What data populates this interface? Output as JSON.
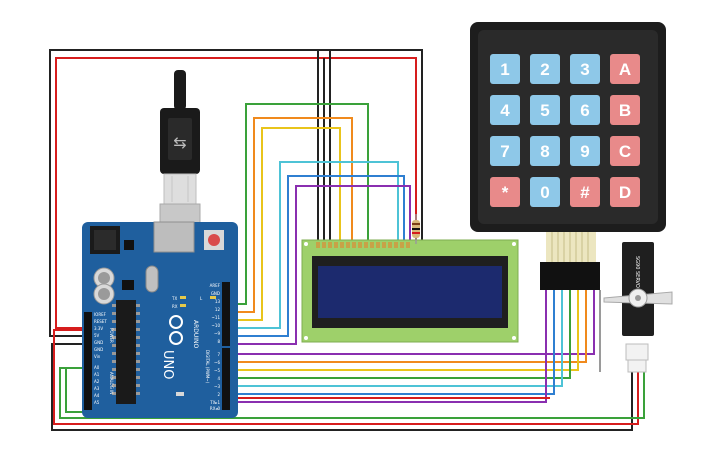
{
  "arduino": {
    "brand": "ARDUINO",
    "model": "UNO",
    "power_header": "POWER",
    "analog_header": "ANALOG IN",
    "digital_header": "DIGITAL (PWM~)",
    "tx_label": "TX",
    "rx_label": "RX",
    "l_label": "L",
    "pins_left": [
      "IOREF",
      "RESET",
      "3.3V",
      "5V",
      "GND",
      "GND",
      "Vin"
    ],
    "analog_pins": [
      "A0",
      "A1",
      "A2",
      "A3",
      "A4",
      "A5"
    ],
    "pins_top_right": [
      "AREF",
      "GND",
      "13",
      "12",
      "~11",
      "~10",
      "~9",
      "8"
    ],
    "pins_bottom_right": [
      "7",
      "~6",
      "~5",
      "4",
      "~3",
      "2",
      "TX▸1",
      "RX◂0"
    ]
  },
  "keypad": {
    "keys": [
      [
        "1",
        "2",
        "3",
        "A"
      ],
      [
        "4",
        "5",
        "6",
        "B"
      ],
      [
        "7",
        "8",
        "9",
        "C"
      ],
      [
        "*",
        "0",
        "#",
        "D"
      ]
    ],
    "colors": {
      "blue": "#8ec8e8",
      "red": "#e88a8a"
    }
  },
  "servo": {
    "label": "SG90 SERVO"
  },
  "colors": {
    "red_wire": "#d61d1d",
    "black_wire": "#222222",
    "green_wire": "#3aa13a",
    "orange_wire": "#f08a1d",
    "yellow_wire": "#e9c41b",
    "cyan_wire": "#4ec3d6",
    "blue_wire": "#2f7fd1",
    "purple_wire": "#8a2fb0",
    "board_blue": "#1f5f9e"
  }
}
